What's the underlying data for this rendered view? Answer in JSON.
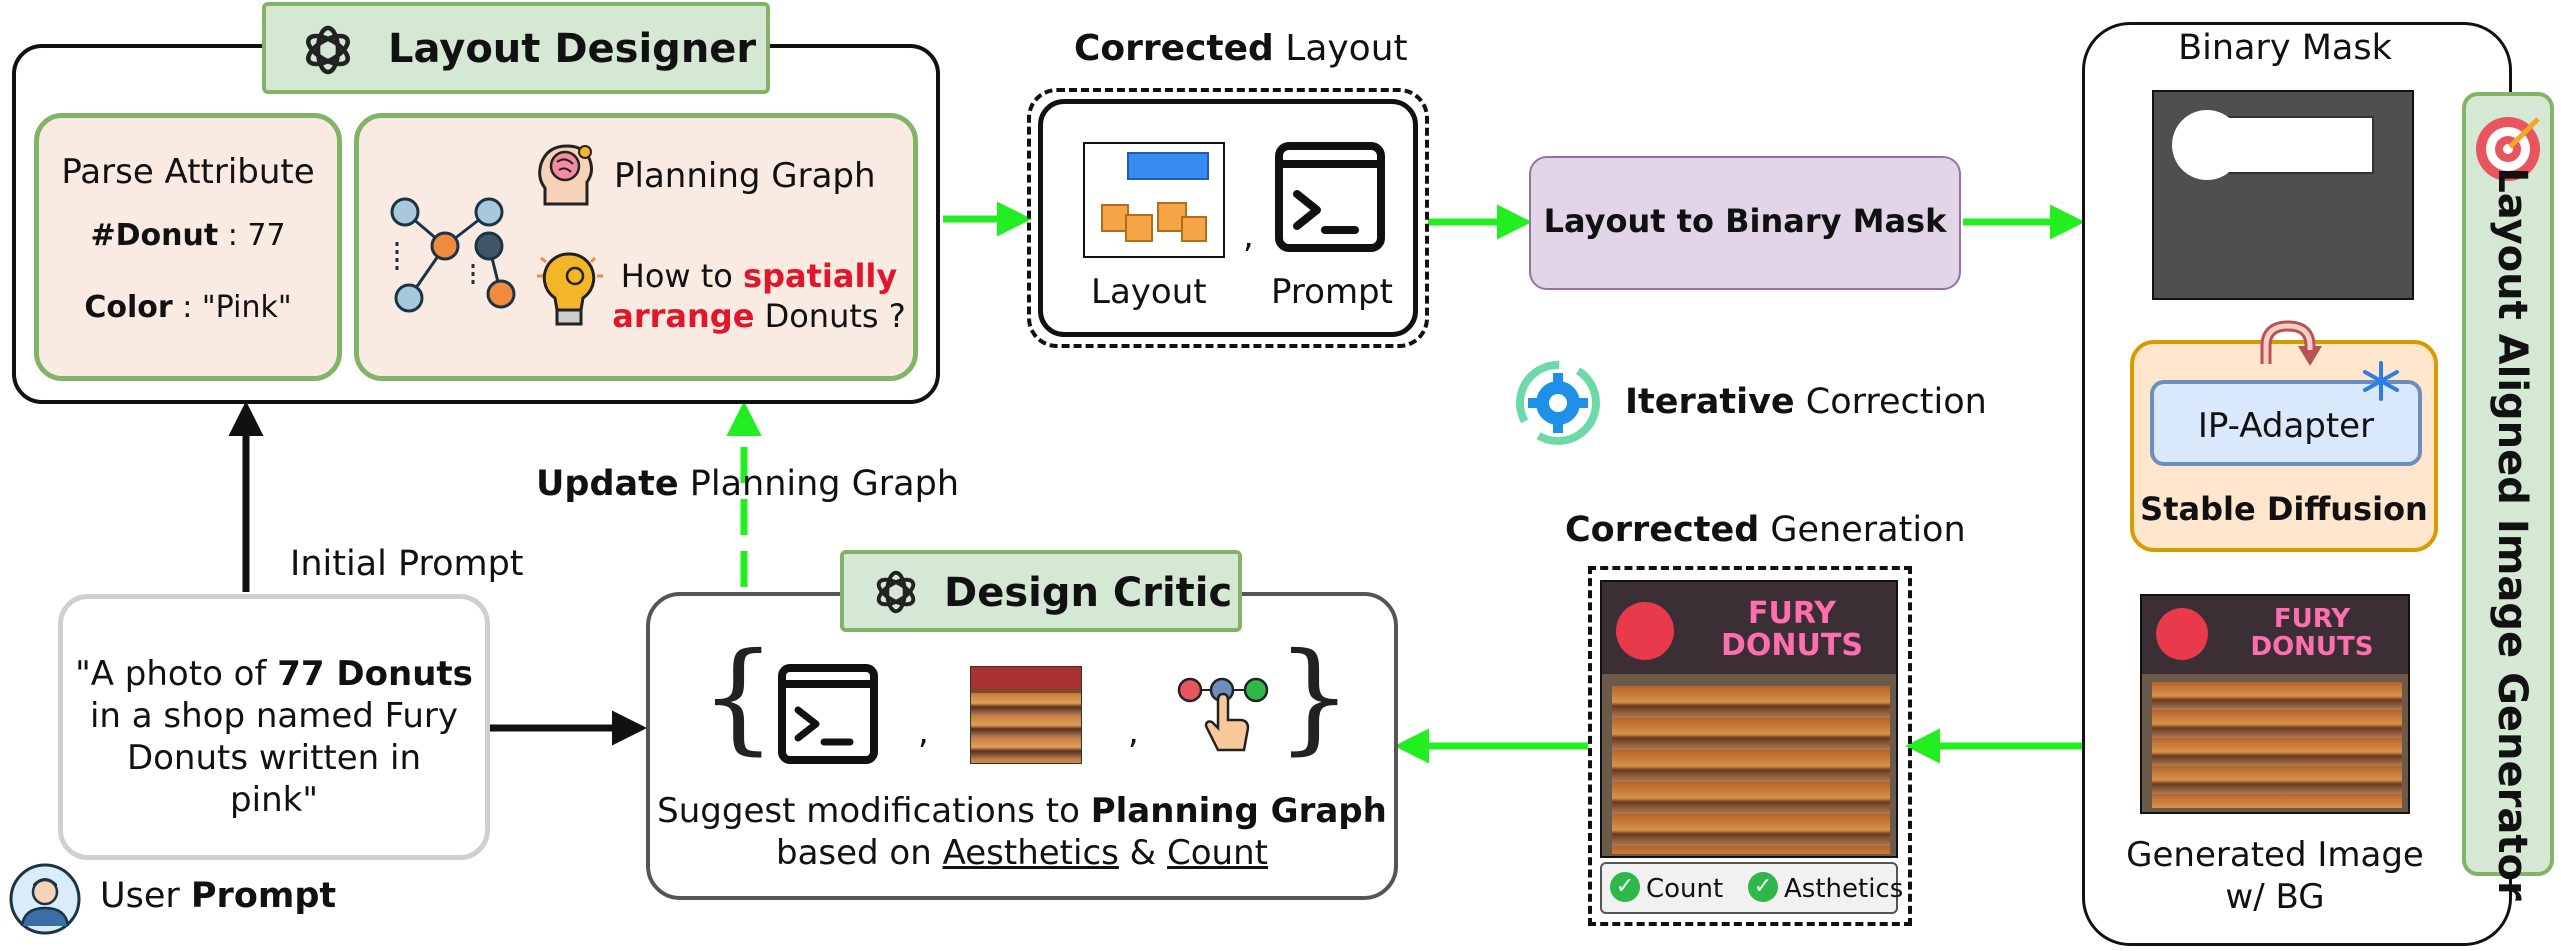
{
  "layout_designer": {
    "title": "Layout Designer",
    "parse_attribute": {
      "title": "Parse Attribute",
      "count_key": "#Donut",
      "count_sep": " : ",
      "count_value": "77",
      "color_key": "Color",
      "color_sep": " : ",
      "color_value": "\"Pink\""
    },
    "planning_graph_label": "Planning Graph",
    "question_prefix": "How to ",
    "question_red1": "spatially",
    "question_red2": "arrange",
    "question_suffix": " Donuts ?"
  },
  "corrected_layout": {
    "title_bold": "Corrected",
    "title_rest": " Layout",
    "layout_label": "Layout",
    "comma": ",",
    "prompt_label": "Prompt"
  },
  "binary_mask_step": {
    "label": "Layout to Binary Mask"
  },
  "iterative": {
    "bold": "Iterative",
    "rest": " Correction"
  },
  "generator": {
    "binary_mask_title": "Binary Mask",
    "ip_adapter": "IP-Adapter",
    "stable_diffusion": "Stable Diffusion",
    "generated_line1": "Generated Image",
    "generated_line2": "w/ BG",
    "side_title": "Layout Aligned Image Generator"
  },
  "corrected_generation": {
    "title_bold": "Corrected",
    "title_rest": " Generation",
    "shop_sign_line1": "FURY",
    "shop_sign_line2": "DONUTS",
    "check1": "Count",
    "check2": "Asthetics"
  },
  "design_critic": {
    "title": "Design Critic",
    "comma1": ",",
    "comma2": ",",
    "line1_prefix": "Suggest modifications to ",
    "line1_bold": "Planning Graph",
    "line2_prefix": "based on ",
    "line2_u1": "Aesthetics",
    "line2_amp": " & ",
    "line2_u2": "Count"
  },
  "update_label": {
    "bold": "Update",
    "rest": " Planning Graph"
  },
  "initial_prompt_label": "Initial Prompt",
  "user_prompt_box": {
    "line1_prefix": "\"A photo of ",
    "line1_bold": "77 Donuts",
    "line2": "in a shop named Fury",
    "line3": "Donuts written in",
    "line4": "pink\""
  },
  "user_prompt_label": {
    "rest": "User ",
    "bold": "Prompt"
  },
  "colors": {
    "green_arrow": "#22ee22",
    "header_green": "#d5e8d4",
    "box_peach": "#f9ebe2",
    "box_green_border": "#82b366",
    "mask_purple": "#e1d5e7",
    "sd_orange": "#ffe6cc",
    "ip_blue": "#dae8fc"
  }
}
